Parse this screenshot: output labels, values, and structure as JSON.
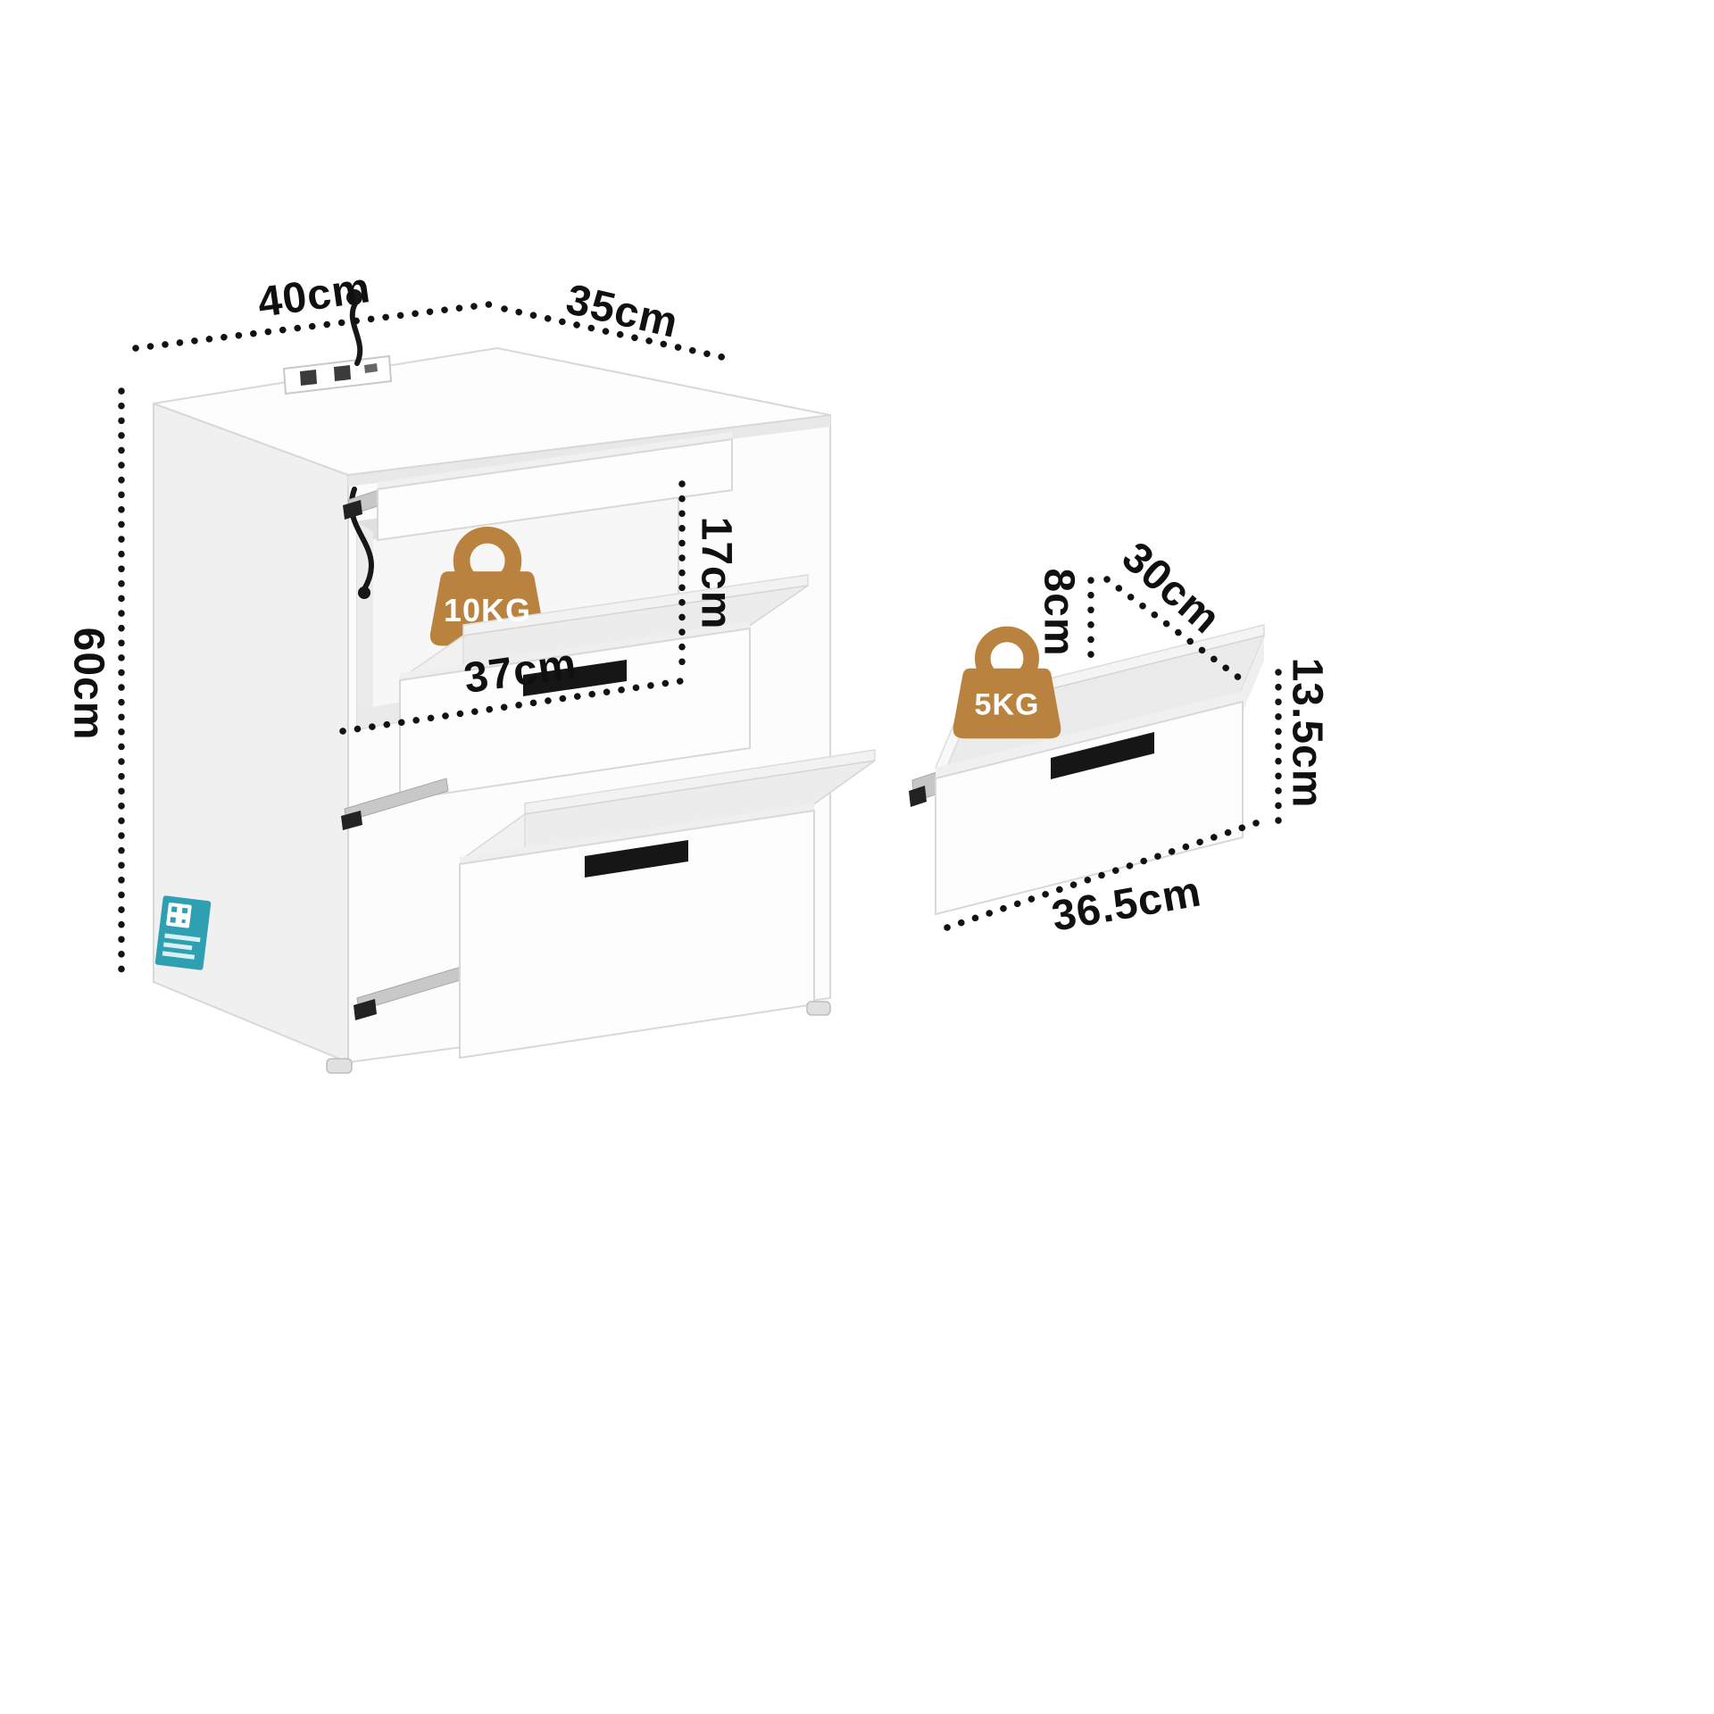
{
  "diagram": {
    "cabinet": {
      "width": "40cm",
      "depth": "35cm",
      "height": "60cm",
      "shelf_height": "17cm",
      "shelf_width": "37cm",
      "shelf_capacity": "10KG"
    },
    "drawer": {
      "inner_height": "8cm",
      "inner_depth": "30cm",
      "front_height": "13.5cm",
      "width": "36.5cm",
      "capacity": "5KG"
    },
    "colors": {
      "weight_icon": "#b9823f",
      "dimension_dots": "#121212",
      "background": "#ffffff"
    }
  }
}
